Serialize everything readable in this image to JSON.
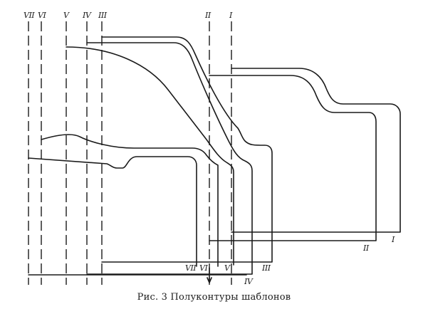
{
  "caption": "Рис. 3  Полуконтуры шаблонов",
  "axis_labels": {
    "VII": "VII",
    "VI": "VI",
    "V": "V",
    "IV": "IV",
    "III": "III",
    "II": "II",
    "I": "I"
  },
  "curve_labels": {
    "I": "I",
    "II": "II",
    "III": "III",
    "IV": "IV",
    "V": "V",
    "VI": "VI",
    "VII": "VII"
  },
  "colors": {
    "ink": "#1a1a1a",
    "background": "#ffffff"
  }
}
